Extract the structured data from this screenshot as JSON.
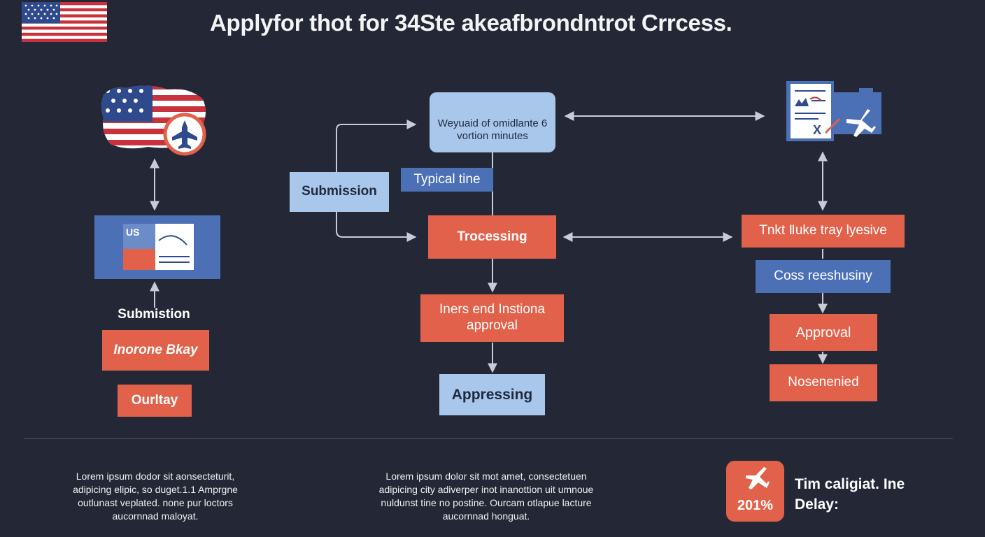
{
  "title": "Applyfor thot for 34Ste akeafbrondntrot Crrcess.",
  "left_column": {
    "doc_label": "US",
    "submission_label": "Submistion",
    "box1": "Inorone Bkay",
    "box2": "Ourltay"
  },
  "middle_column": {
    "top_box": "Weyuaid of omidlante 6 vortion minutes",
    "typical_time": "Typical tine",
    "submission": "Submission",
    "processing": "Trocessing",
    "approval_box": "Iners end Instiona approval",
    "appressing": "Appressing"
  },
  "right_column": {
    "box1": "Tnkt Ⅱuke tray lyesive",
    "box2": "Coss reeshusiny",
    "box3": "Approval",
    "box4": "Nosenenied"
  },
  "footer": {
    "para1": "Lorem  ipsum  dodor  sit  aonsecteturit,\nadipicing elipic, so duget.1.1 Amprgne\noutlunast veplated.  none pur loctors\naucornnad maloyat.",
    "para2": "Lorem  ipsum  dolor  sit  mot  amet,  consectetuen\nadipicing city adiverper inot inanottion uit  umnoue\nnuldunst tine no postine. Ourcam otlapue lacture\naucornnad honguat.",
    "stat_value": "201%",
    "stat_label": "Tim caligiat. Ine\nDelay:"
  },
  "icons": [
    "us-flag-icon",
    "us-map-airplane-icon",
    "us-document-icon",
    "document-airplane-icon",
    "airplane-icon"
  ],
  "colors": {
    "background": "#242836",
    "orange": "#e1614a",
    "blue": "#4c70b6",
    "light_blue": "#a9c7ea",
    "flag_red": "#c8323c",
    "flag_blue": "#2f4a8c"
  }
}
